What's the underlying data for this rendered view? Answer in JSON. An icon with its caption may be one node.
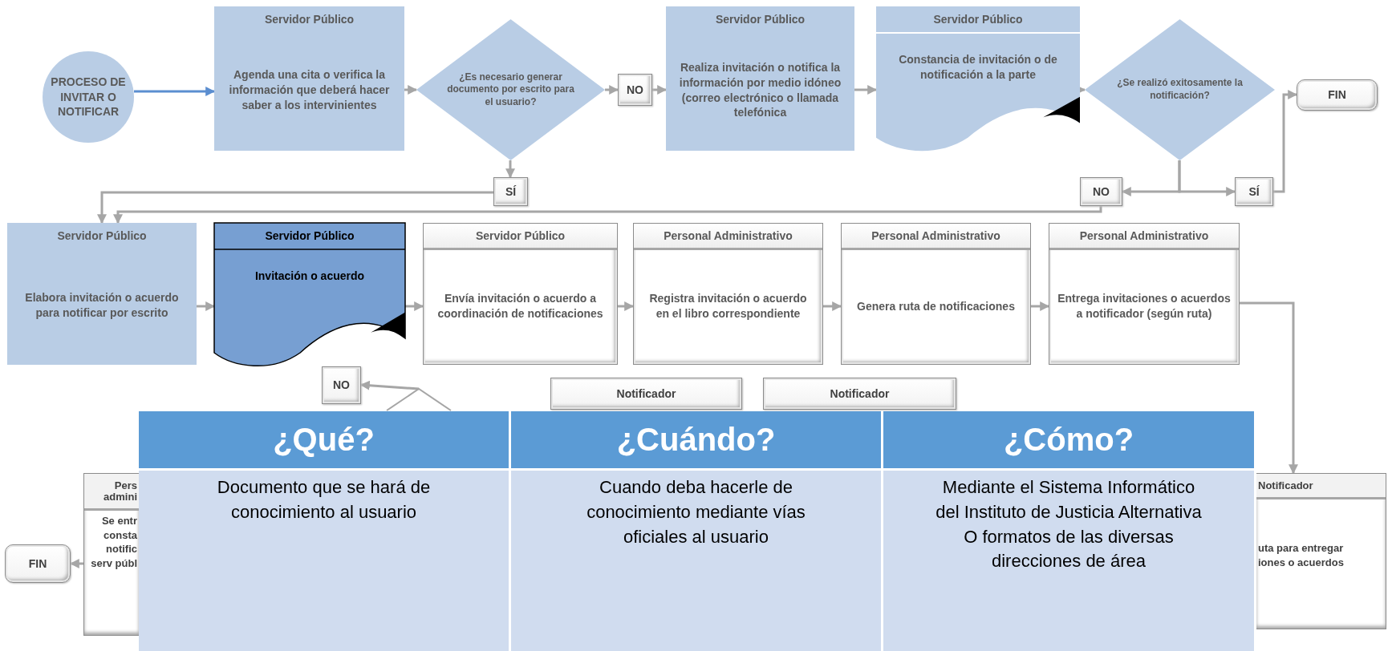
{
  "diagram": {
    "nodes": [
      {
        "text": [
          "PROCESO DE INVITAR O NOTIFICAR"
        ]
      },
      {
        "text": [
          "Servidor Público",
          "Agenda una cita o verifica la información que deberá hacer saber a los intervinientes"
        ]
      },
      {
        "text": [
          "¿Es necesario generar documento por escrito para el usuario?"
        ]
      },
      {
        "text": [
          "NO"
        ]
      },
      {
        "text": [
          "Servidor Público",
          "Realiza invitación o notifica la información por medio idóneo (correo electrónico o llamada telefónica"
        ]
      },
      {
        "text": [
          "Servidor Público",
          "Constancia de invitación o de notificación a la parte"
        ]
      },
      {
        "text": [
          "¿Se realizó exitosamente la notificación?"
        ]
      },
      {
        "text": [
          "FIN"
        ]
      },
      {
        "text": [
          "SÍ"
        ]
      },
      {
        "text": [
          "NO"
        ]
      },
      {
        "text": [
          "SÍ"
        ]
      },
      {
        "text": [
          "Servidor Público",
          "Elabora invitación o acuerdo para notificar por escrito"
        ]
      },
      {
        "text": [
          "Servidor Público",
          "Invitación o acuerdo"
        ]
      },
      {
        "text": [
          "Servidor Público",
          "Envía invitación o acuerdo a coordinación de notificaciones"
        ]
      },
      {
        "text": [
          "Personal Administrativo",
          "Registra invitación o acuerdo en el libro correspondiente"
        ]
      },
      {
        "text": [
          "Personal Administrativo",
          "Genera ruta de notificaciones"
        ]
      },
      {
        "text": [
          "Personal Administrativo",
          "Entrega invitaciones o acuerdos a notificador (según ruta)"
        ]
      },
      {
        "text": [
          "NO"
        ]
      },
      {
        "text": [],
        "shape": "diamond"
      },
      {
        "text": [
          "Notificador"
        ]
      },
      {
        "text": [
          "Notificador"
        ]
      },
      {
        "text": [
          "Pers admini",
          "Se entr consta notific serv públ"
        ]
      },
      {
        "text": [
          "FIN"
        ]
      },
      {
        "text": [
          "Notificador",
          "uta para entregar iones o acuerdos"
        ]
      }
    ],
    "edges": [
      {
        "from": 0,
        "to": 1,
        "arrow": "to",
        "color": "#5b8ed0"
      },
      {
        "from": 1,
        "to": 2,
        "arrow": "to"
      },
      {
        "from": 2,
        "to": 3,
        "arrow": "to"
      },
      {
        "from": 3,
        "to": 4,
        "arrow": "to"
      },
      {
        "from": 4,
        "to": 5,
        "arrow": "to"
      },
      {
        "from": 5,
        "to": 6,
        "arrow": "to"
      },
      {
        "from": 6,
        "to": 9,
        "arrow": "to"
      },
      {
        "from": 6,
        "to": 10,
        "arrow": "to"
      },
      {
        "from": 10,
        "to": 7,
        "arrow": "to"
      },
      {
        "from": 2,
        "to": 8,
        "arrow": "to"
      },
      {
        "from": 8,
        "to": 11,
        "arrow": "to"
      },
      {
        "from": 9,
        "to": 11,
        "arrow": "to"
      },
      {
        "from": 11,
        "to": 12,
        "arrow": "to"
      },
      {
        "from": 12,
        "to": 13,
        "arrow": "to"
      },
      {
        "from": 13,
        "to": 14,
        "arrow": "to"
      },
      {
        "from": 14,
        "to": 15,
        "arrow": "to"
      },
      {
        "from": 15,
        "to": 16,
        "arrow": "to"
      },
      {
        "from": 16,
        "to": 23,
        "arrow": "to"
      },
      {
        "from": 18,
        "to": 17,
        "arrow": "to"
      },
      {
        "from": 21,
        "to": 22,
        "arrow": "to"
      }
    ],
    "labels": [
      "¿Qué?",
      "¿Cuándo?",
      "¿Cómo?",
      "Documento que se hará de conocimiento al usuario",
      "Cuando deba hacerle de conocimiento mediante vías oficiales al usuario",
      "Mediante el Sistema Informático del Instituto de Justicia Alternativa",
      "O formatos de las diversas direcciones de área"
    ]
  }
}
